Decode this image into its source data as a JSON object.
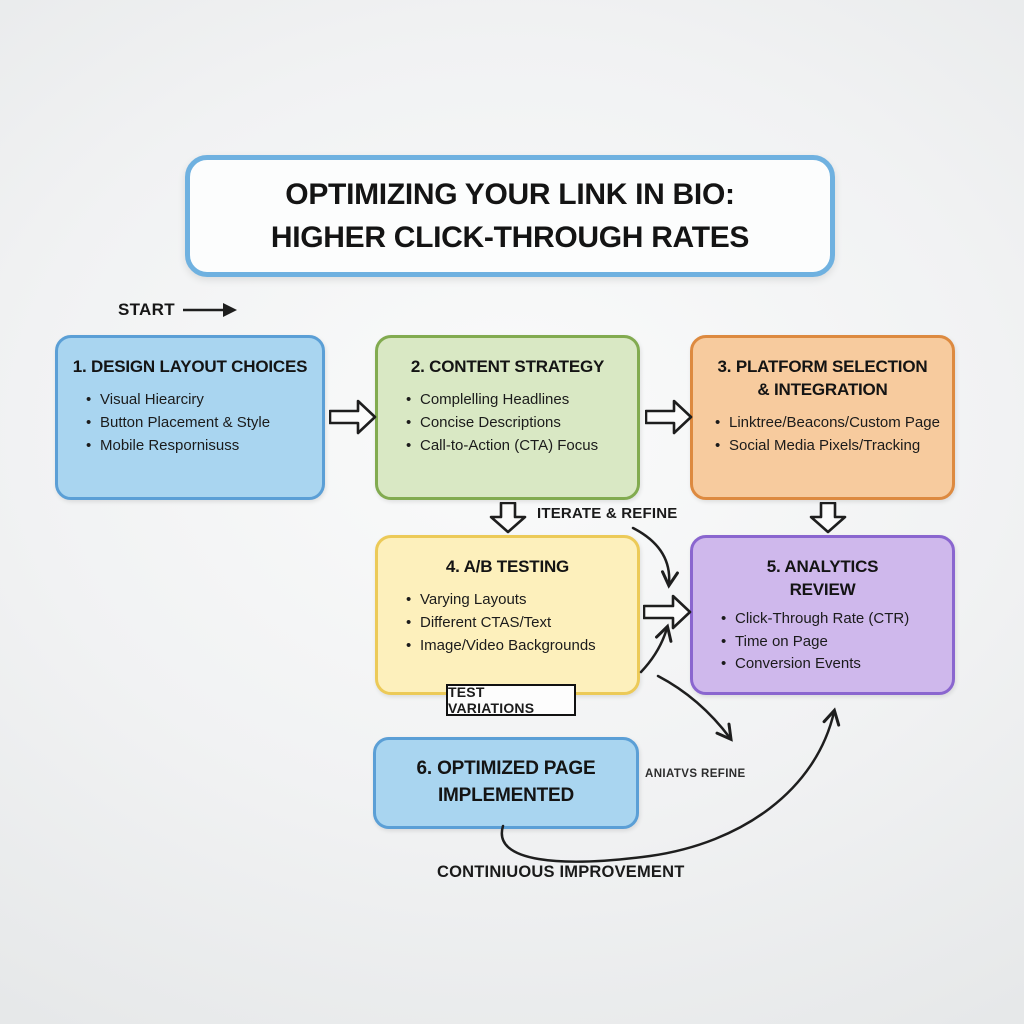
{
  "title": {
    "line1": "OPTIMIZING YOUR LINK IN BIO:",
    "line2": "HIGHER CLICK-THROUGH RATES"
  },
  "start_label": "START",
  "boxes": {
    "design": {
      "title_lines": [
        "1. DESIGN LAYOUT CHOICES"
      ],
      "bullets": [
        "Visual Hiearciry",
        "Button Placement & Style",
        "Mobile Respornisuss"
      ]
    },
    "content": {
      "title_lines": [
        "2. CONTENT STRATEGY"
      ],
      "bullets": [
        "Complelling Headlines",
        "Concise Descriptions",
        "Call-to-Action (CTA) Focus"
      ]
    },
    "platform": {
      "title_lines": [
        "3. PLATFORM SELECTION",
        "& INTEGRATION"
      ],
      "bullets": [
        "Linktree/Beacons/Custom Page",
        "Social Media Pixels/Tracking"
      ]
    },
    "ab_testing": {
      "title_lines": [
        "4. A/B TESTING"
      ],
      "bullets": [
        "Varying Layouts",
        "Different CTAS/Text",
        "Image/Video Backgrounds"
      ]
    },
    "analytics": {
      "title_lines": [
        "5. ANALYTICS",
        "REVIEW"
      ],
      "bullets": [
        "Click-Through Rate (CTR)",
        "Time on Page",
        "Conversion Events"
      ]
    },
    "optimized": {
      "title_lines": [
        "6. OPTIMIZED PAGE",
        "IMPLEMENTED"
      ],
      "bullets": []
    }
  },
  "labels": {
    "iterate_refine": "ITERATE & REFINE",
    "test_variations": "TEST VARIATIONS",
    "analytics_refine": "ANIATVS REFINE",
    "continuous_improvement": "CONTINIUOUS IMPROVEMENT"
  },
  "colors": {
    "blue_fill": "#a9d5f0",
    "blue_border": "#5b9fd6",
    "green_fill": "#d9e8c4",
    "green_border": "#82ab50",
    "orange_fill": "#f7cb9e",
    "orange_border": "#dd8a40",
    "yellow_fill": "#fdf0bc",
    "yellow_border": "#ecca58",
    "purple_fill": "#cfb8ec",
    "purple_border": "#8a66cf",
    "title_border": "#6fb1e0",
    "line": "#1e1e1e"
  }
}
